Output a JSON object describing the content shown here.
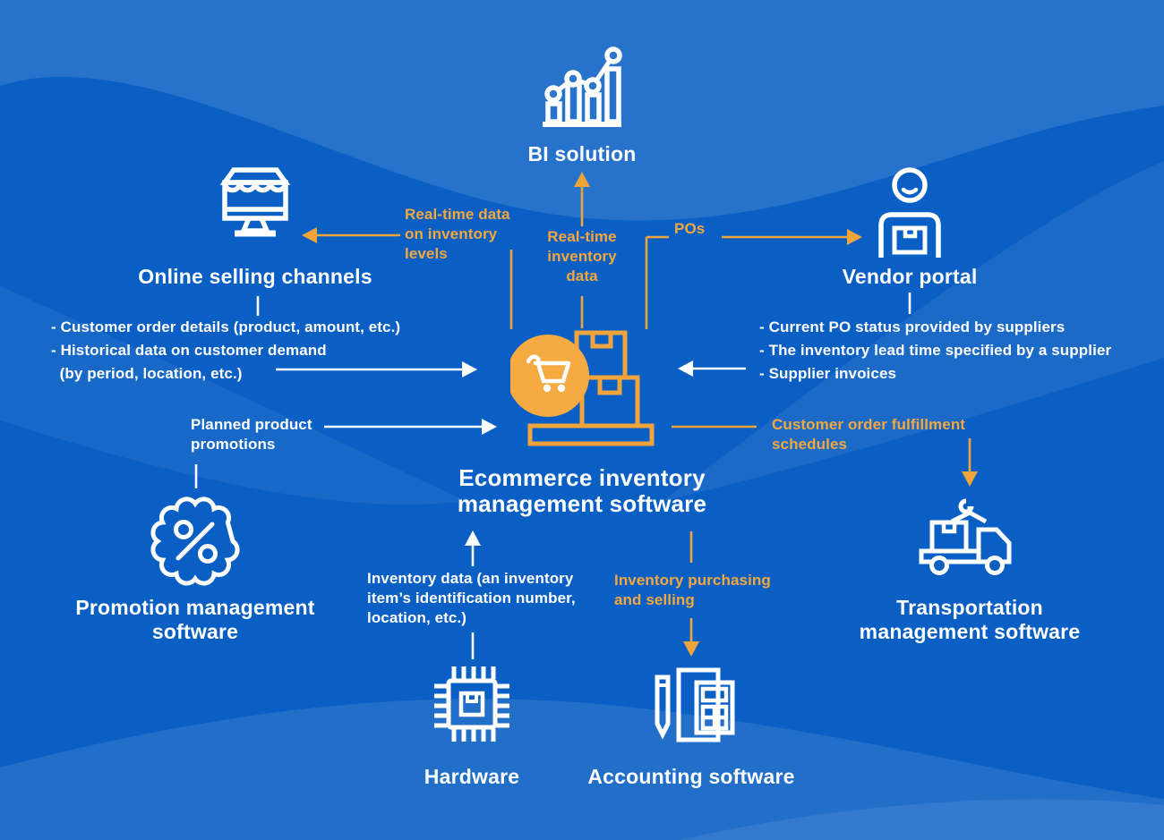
{
  "colors": {
    "background_blue": "#0A5FC4",
    "accent_orange": "#F5A83C",
    "icon_stroke_white": "#FFFFFF",
    "center_circle_orange": "#F6AA42"
  },
  "center": {
    "title": "Ecommerce inventory\nmanagement software",
    "icon": "cart-and-boxes-icon"
  },
  "nodes": {
    "bi": {
      "label": "BI solution",
      "icon": "bar-line-chart-icon"
    },
    "online": {
      "label": "Online selling channels",
      "icon": "storefront-monitor-icon"
    },
    "vendor": {
      "label": "Vendor portal",
      "icon": "supplier-person-icon"
    },
    "promotion": {
      "label": "Promotion management\nsoftware",
      "icon": "percent-seal-icon"
    },
    "transport": {
      "label": "Transportation\nmanagement software",
      "icon": "crane-truck-icon"
    },
    "hardware": {
      "label": "Hardware",
      "icon": "chip-icon"
    },
    "accounting": {
      "label": "Accounting software",
      "icon": "calculator-pencil-icon"
    }
  },
  "flows": {
    "real_time_data_levels": "Real-time data\non inventory\nlevels",
    "real_time_inventory": "Real-time\ninventory\ndata",
    "pos": "POs",
    "customer_orders": "- Customer order details (product, amount, etc.)\n- Historical data on customer demand\n  (by period, location, etc.)",
    "supplier_info": "- Current PO status provided by suppliers\n- The inventory lead time specified by a supplier\n- Supplier invoices",
    "planned_promotions": "Planned product\npromotions",
    "fulfillment": "Customer order fulfillment\nschedules",
    "inventory_data": "Inventory data (an inventory\nitem’s identification number,\nlocation, etc.)",
    "inventory_purchasing": "Inventory purchasing\nand selling"
  }
}
